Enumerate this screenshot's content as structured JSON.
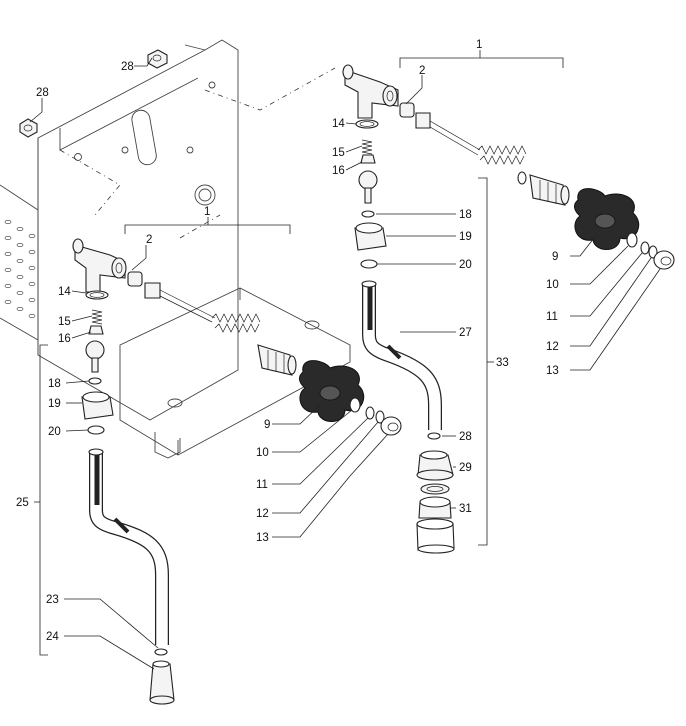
{
  "callouts": {
    "l28a": "28",
    "l28b": "28",
    "l1_left": "1",
    "l2_left": "2",
    "l14_left": "14",
    "l15_left": "15",
    "l16_left": "16",
    "l18_left": "18",
    "l19_left": "19",
    "l20_left": "20",
    "l25": "25",
    "l23": "23",
    "l24": "24",
    "l9_left": "9",
    "l10_left": "10",
    "l11_left": "11",
    "l12_left": "12",
    "l13_left": "13",
    "l1_right": "1",
    "l2_right": "2",
    "l14_right": "14",
    "l15_right": "15",
    "l16_right": "16",
    "l18_right": "18",
    "l19_right": "19",
    "l20_right": "20",
    "l27": "27",
    "l33": "33",
    "l28_right": "28",
    "l29": "29",
    "l31": "31",
    "l9_right": "9",
    "l10_right": "10",
    "l11_right": "11",
    "l12_right": "12",
    "l13_right": "13"
  }
}
